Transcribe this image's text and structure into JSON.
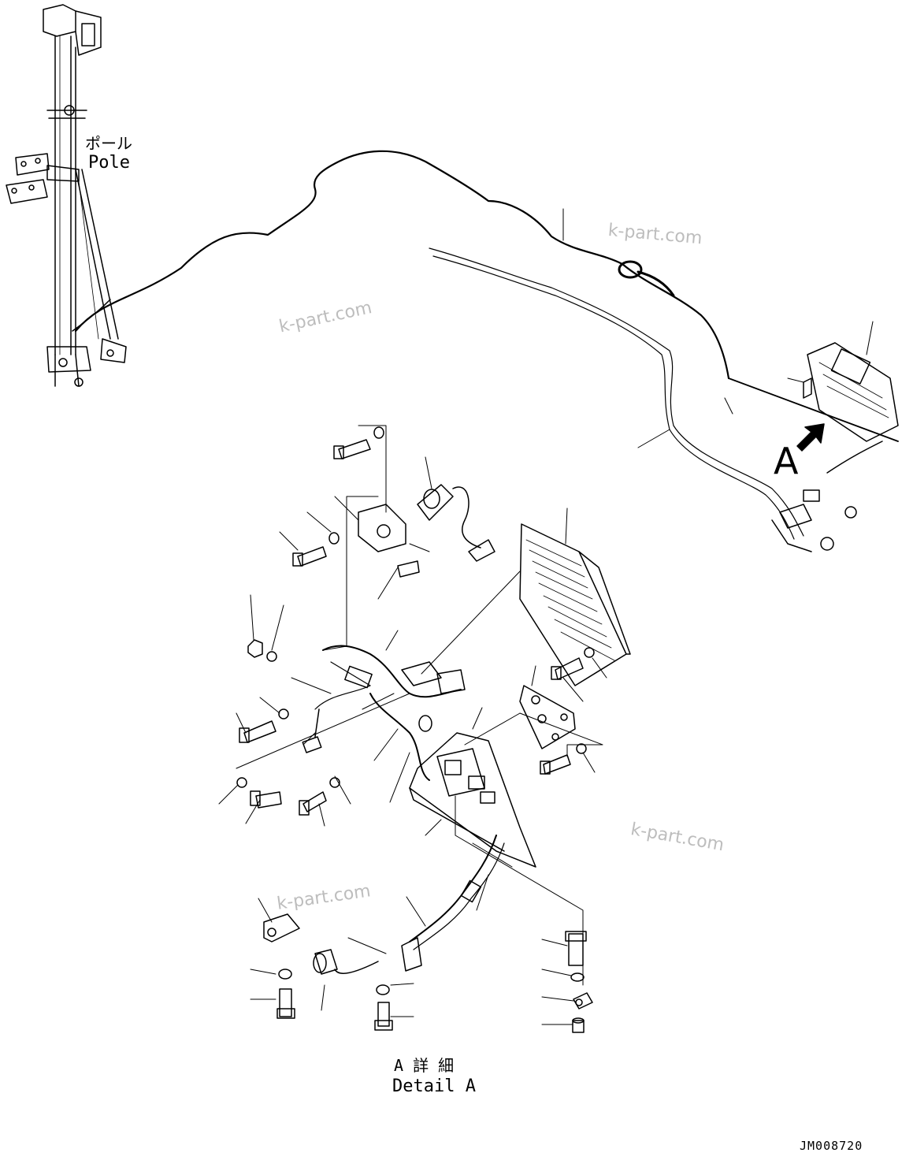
{
  "labels": {
    "pole_ja": "ポール",
    "pole_en": "Pole",
    "view_marker": "A",
    "detail_ja": "A 詳 細",
    "detail_en": "Detail A",
    "drawing_code": "JM008720"
  },
  "watermarks": [
    "k-part.com",
    "k-part.com",
    "k-part.com",
    "k-part.com"
  ]
}
